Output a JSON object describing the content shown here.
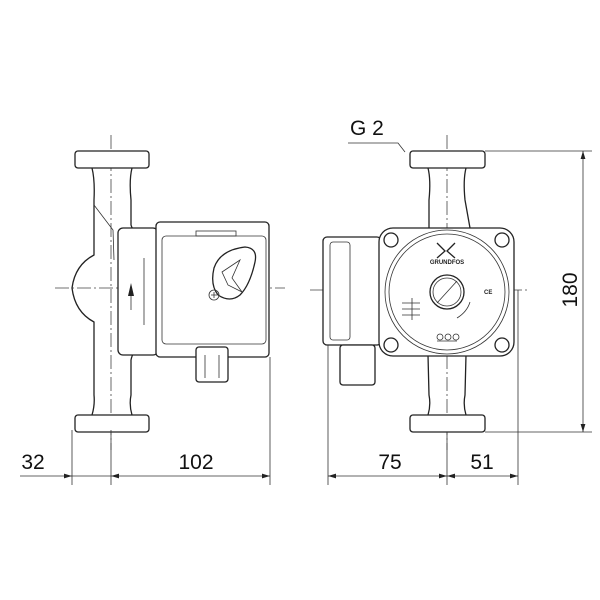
{
  "dimensions": {
    "left_view": {
      "a": "32",
      "b": "102"
    },
    "right_view": {
      "a": "75",
      "b": "51",
      "height": "180"
    },
    "thread_label": "G 2"
  },
  "brand": {
    "logo_text": "GRUNDFOS",
    "marking": "CE"
  },
  "colors": {
    "line": "#222222",
    "background": "#ffffff"
  }
}
